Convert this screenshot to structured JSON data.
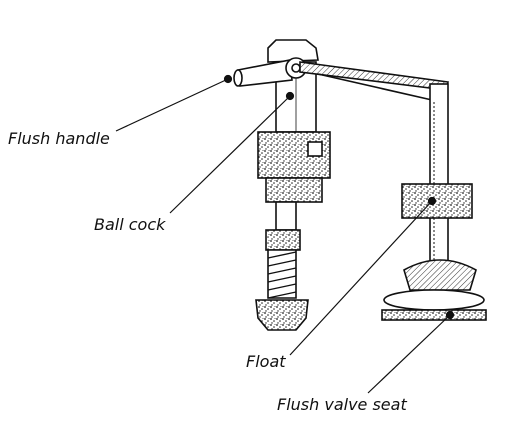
{
  "labels": {
    "flush_handle": "Flush handle",
    "ball_cock": "Ball cock",
    "float": "Float",
    "flush_valve_seat": "Flush valve seat"
  },
  "colors": {
    "ink": "#111111",
    "speckle": "#2a2a2a",
    "paper": "#ffffff"
  }
}
